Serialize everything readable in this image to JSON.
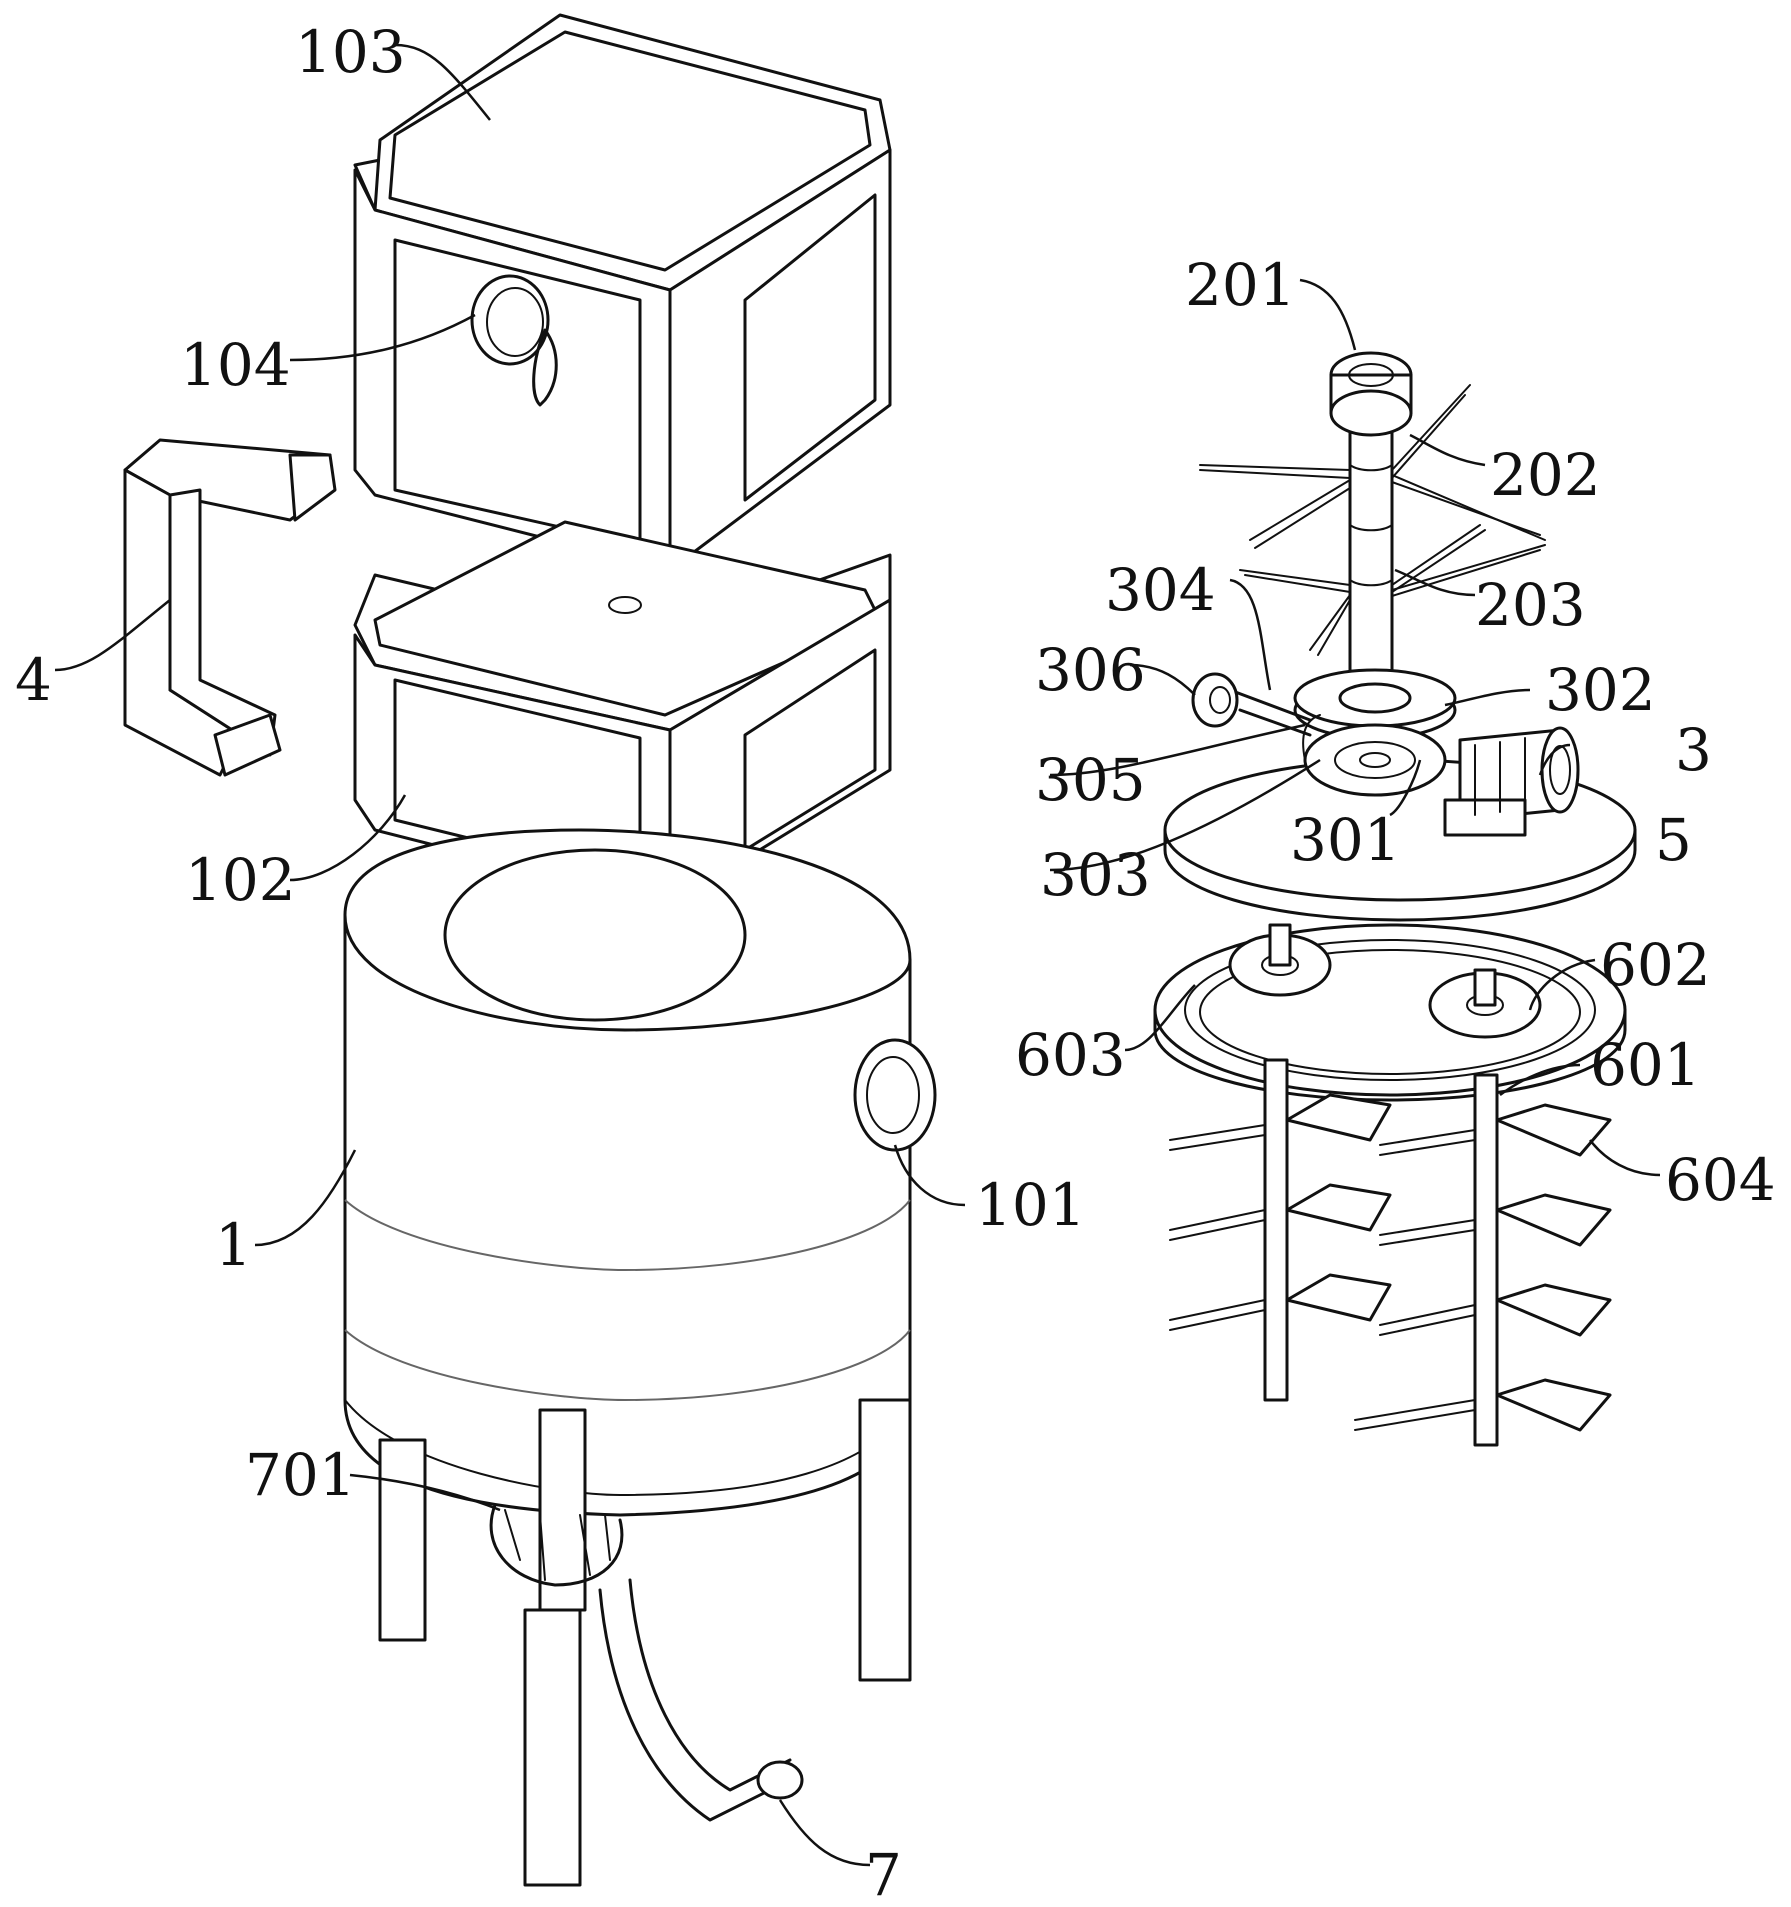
{
  "labels": {
    "l103": "103",
    "l104": "104",
    "l4": "4",
    "l102": "102",
    "l1": "1",
    "l101": "101",
    "l701": "701",
    "l7": "7",
    "l201": "201",
    "l202": "202",
    "l203": "203",
    "l304": "304",
    "l306": "306",
    "l302": "302",
    "l305": "305",
    "l3": "3",
    "l301": "301",
    "l303": "303",
    "l5": "5",
    "l602": "602",
    "l603": "603",
    "l601": "601",
    "l604": "604"
  }
}
